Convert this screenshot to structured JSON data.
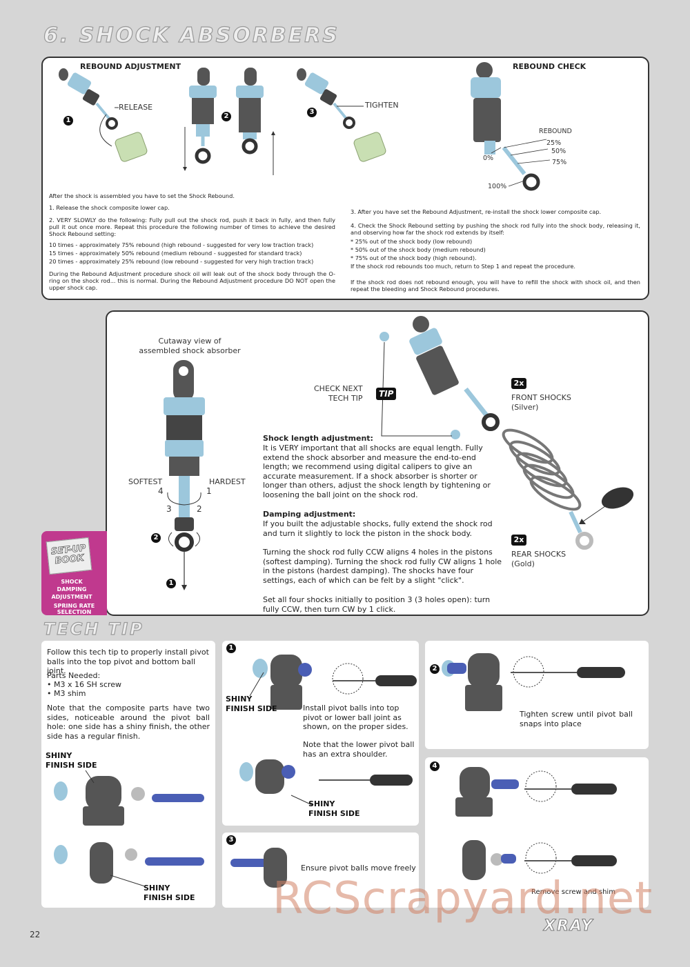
{
  "section_title": "6. SHOCK ABSORBERS",
  "rebound": {
    "adjust_title": "REBOUND ADJUSTMENT",
    "check_title": "REBOUND CHECK",
    "release": "RELEASE",
    "tighten": "TIGHTEN",
    "step_nums": [
      "1",
      "2",
      "3"
    ],
    "rebound_label": "REBOUND",
    "pct_25": "25%",
    "pct_50": "50%",
    "pct_75": "75%",
    "pct_0": "0%",
    "pct_100": "100%",
    "left_text": [
      "After the shock is assembled you have to set the Shock Rebound.",
      "1. Release the shock composite lower cap.",
      "2. VERY SLOWLY do the following:  Fully pull out the shock rod, push it back in fully, and then fully pull it out once more. Repeat this procedure the following number of times to achieve the desired Shock Rebound setting:",
      "10 times - approximately 75% rebound (high rebound - suggested for very low traction track)",
      "15 times - approximately 50% rebound (medium rebound - suggested for standard track)",
      "20 times - approximately 25% rebound (low rebound - suggested for very high traction track)",
      "During the Rebound Adjustment procedure shock oil will leak out of the shock body through the O-ring on the shock rod... this is normal. During the Rebound Adjustment procedure DO NOT open the upper shock cap."
    ],
    "right_text": [
      "3. After you have set the Rebound Adjustment, re-install the shock lower composite cap.",
      "4. Check the Shock Rebound setting by pushing the shock rod fully into the shock body, releasing it, and observing how far the shock rod extends by itself:",
      "* 25% out of the shock body (low rebound)",
      "* 50% out of the shock body (medium rebound)",
      "* 75% out of the shock body (high rebound).",
      "If the shock rod rebounds too much, return to Step 1 and repeat the procedure.",
      "If the shock rod does not rebound enough, you will have to refill the shock with shock oil, and then repeat the bleeding and Shock Rebound procedures."
    ]
  },
  "middle": {
    "cutaway_caption": "Cutaway view of assembled shock absorber",
    "softest": "SOFTEST",
    "hardest": "HARDEST",
    "pos": [
      "4",
      "1",
      "3",
      "2"
    ],
    "step_nums": [
      "2",
      "1"
    ],
    "check_next_line1": "CHECK NEXT",
    "check_next_line2": "TECH TIP",
    "tip_tag": "TIP",
    "qty_front": "2x",
    "front_shocks": "FRONT SHOCKS",
    "front_color": "(Silver)",
    "qty_rear": "2x",
    "rear_shocks": "REAR SHOCKS",
    "rear_color": "(Gold)",
    "length_title": "Shock length adjustment:",
    "length_text": "It is VERY important that all shocks are equal length. Fully extend the shock absorber and measure the end-to-end length; we recommend using digital calipers to give an accurate measurement. If a shock absorber is shorter or longer than others, adjust the shock length by tightening or loosening the ball joint on the shock rod.",
    "damping_title": "Damping adjustment:",
    "damping_text1": "If you built the adjustable shocks, fully extend the shock rod and turn it slightly to lock the piston in the shock body.",
    "damping_text2": "Turning the shock rod fully CCW aligns 4 holes in the pistons (softest damping). Turning the shock rod fully CW aligns 1 hole in the pistons (hardest damping). The shocks have four settings, each of which can be felt by a slight \"click\".",
    "damping_text3": "Set all four shocks initially to position 3 (3 holes open): turn fully CCW, then turn CW by 1 click.",
    "setup_book_line1": "SET-UP",
    "setup_book_line2": "BOOK",
    "setup_item1": "SHOCK DAMPING ADJUSTMENT",
    "setup_item2": "SPRING RATE SELECTION"
  },
  "tech_tip": {
    "title": "TECH TIP",
    "intro": "Follow this tech tip to properly install pivot balls into the top pivot and bottom ball joint.",
    "parts_title": "Parts Needed:",
    "parts": [
      "• M3 x 16 SH screw",
      "• M3 shim"
    ],
    "note": "Note that the composite parts have two sides, noticeable around the pivot ball hole: one side has a shiny finish, the other side has a regular finish.",
    "shiny1": "SHINY",
    "shiny2": "FINISH SIDE",
    "step_nums": [
      "1",
      "2",
      "3",
      "4"
    ],
    "step1_text": "Install pivot balls into top pivot or lower ball joint as shown, on the proper sides.",
    "step1_note": "Note that the lower pivot ball has an extra shoulder.",
    "step2_text": "Tighten screw until pivot ball snaps into place",
    "step3_text": "Ensure pivot balls move freely",
    "step4_text": "Remove screw and shim"
  },
  "page_number": "22",
  "watermark": "RCScrapyard.net",
  "brand": "XRAY"
}
